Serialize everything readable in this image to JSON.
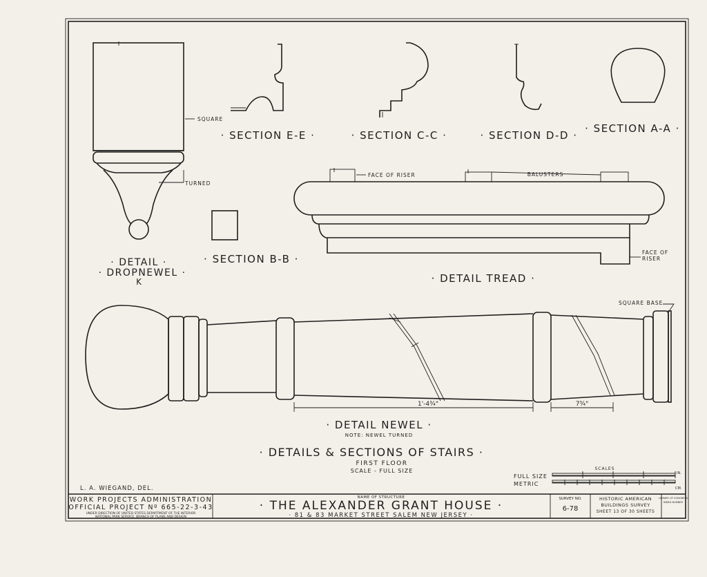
{
  "sections": {
    "e_e": "· SECTION E-E ·",
    "c_c": "· SECTION C-C ·",
    "d_d": "· SECTION D-D ·",
    "a_a": "· SECTION A-A ·",
    "b_b": "· SECTION B-B ·"
  },
  "dropnewel": {
    "square": "SQUARE",
    "turned": "TURNED",
    "title_1": "· DETAIL ·",
    "title_2": "· DROPNEWEL ·",
    "title_3": "K"
  },
  "tread": {
    "face_of_riser_top": "FACE OF RISER",
    "balusters": "BALUSTERS",
    "face_of_riser_side_1": "FACE OF",
    "face_of_riser_side_2": "RISER",
    "title": "· DETAIL TREAD ·"
  },
  "newel": {
    "square_base": "SQUARE BASE",
    "dim_1": "1'-4¾\"",
    "dim_2": "7¾\"",
    "title": "· DETAIL NEWEL ·",
    "note": "NOTE: NEWEL TURNED"
  },
  "main_title": "· DETAILS & SECTIONS OF STAIRS ·",
  "floor": "FIRST FLOOR",
  "scale_note": "SCALE - FULL SIZE",
  "delineator": "L. A. WIEGAND, DEL.",
  "scales": {
    "heading": "SCALES",
    "full_size": "FULL SIZE",
    "metric": "METRIC",
    "in": "IN.",
    "cm": "CM."
  },
  "title_block": {
    "wpa_1": "WORK PROJECTS ADMINISTRATION",
    "wpa_2": "OFFICIAL PROJECT Nº 665-22-3-43",
    "wpa_3": "UNDER DIRECTION OF UNITED STATES DEPARTMENT OF THE INTERIOR",
    "wpa_4": "NATIONAL PARK SERVICE, BRANCH OF PLANS AND DESIGN",
    "name_label": "NAME OF STRUCTURE",
    "structure": "· THE ALEXANDER GRANT HOUSE ·",
    "address": "· 81 & 83 MARKET STREET SALEM NEW JERSEY ·",
    "survey_label": "SURVEY NO.",
    "survey_no": "6-78",
    "habs_1": "HISTORIC AMERICAN",
    "habs_2": "BUILDINGS SURVEY",
    "habs_3": "SHEET 13 OF 30 SHEETS",
    "lib_1": "LIBRARY OF CONGRESS",
    "lib_2": "INDEX NUMBER"
  }
}
